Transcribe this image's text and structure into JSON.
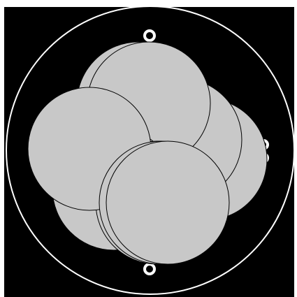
{
  "colors": {
    "background": "#ffffff",
    "field": "#000000",
    "ring": "#ffffff",
    "disc_fill": "#c8c8c8",
    "disc_stroke": "#000000",
    "marker": "#ffffff"
  },
  "scene": {
    "disc_count": 9,
    "marker_count": 4,
    "marker_style": "small hollow white ring at the edge of the disc cluster"
  }
}
